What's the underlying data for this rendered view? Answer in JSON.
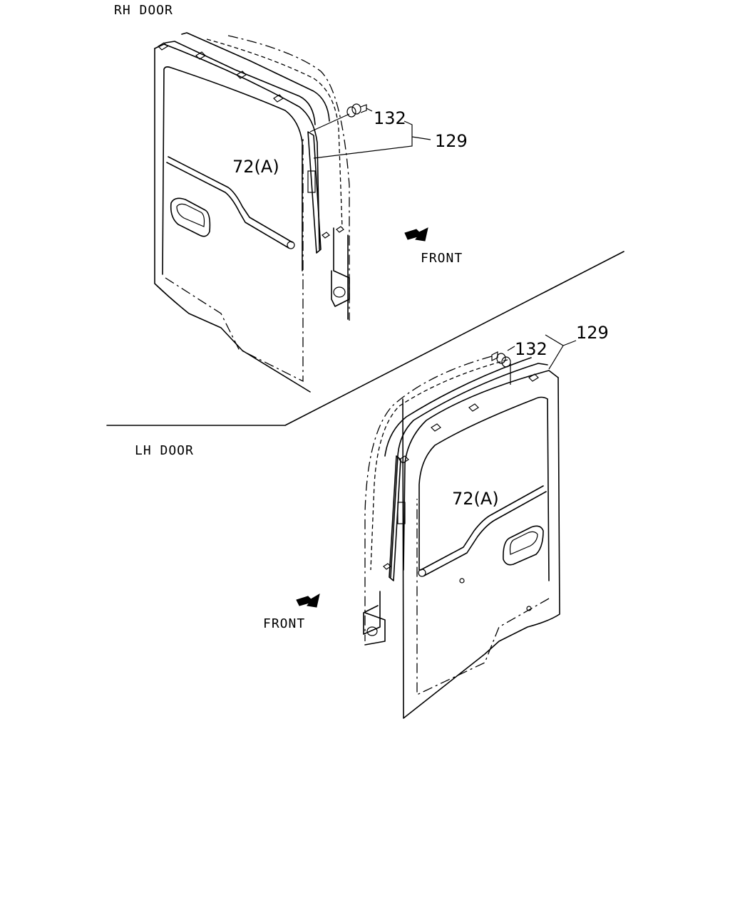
{
  "rh_section": {
    "title": "RH DOOR",
    "callout_fastener": "132",
    "callout_assembly": "129",
    "callout_molding": "72(A)",
    "direction": "FRONT"
  },
  "lh_section": {
    "title": "LH DOOR",
    "callout_fastener": "132",
    "callout_assembly": "129",
    "callout_molding": "72(A)",
    "direction": "FRONT"
  }
}
